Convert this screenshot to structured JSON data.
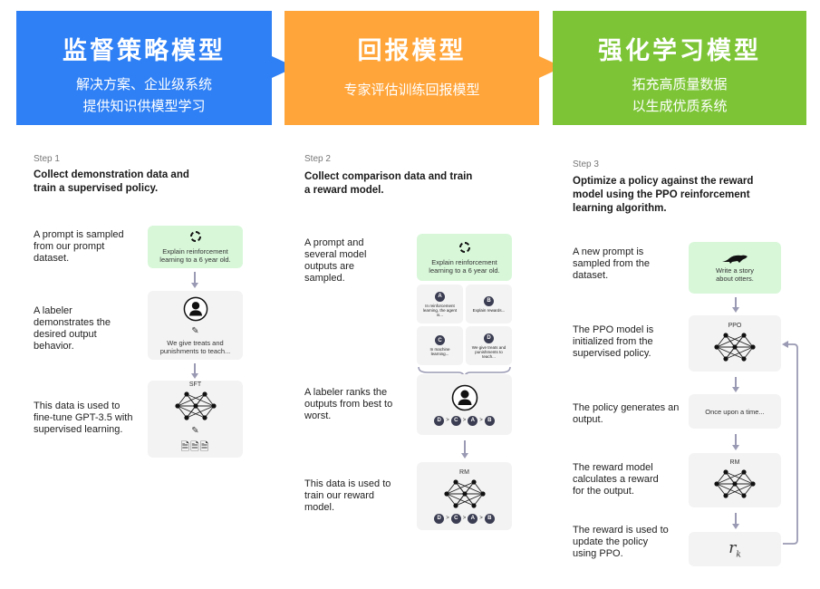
{
  "headers": [
    {
      "title": "监督策略模型",
      "subtitle_lines": [
        "解决方案、企业级系统",
        "提供知识供模型学习"
      ],
      "color": "#2f80f5"
    },
    {
      "title": "回报模型",
      "subtitle_lines": [
        "专家评估训练回报模型"
      ],
      "color": "#ffa53a"
    },
    {
      "title": "强化学习模型",
      "subtitle_lines": [
        "拓充高质量数据",
        "以生成优质系统"
      ],
      "color": "#7dc537"
    }
  ],
  "step1": {
    "label": "Step 1",
    "title": "Collect demonstration data and train a supervised policy.",
    "rows": [
      "A prompt is sampled from our prompt dataset.",
      "A labeler demonstrates the desired output behavior.",
      "This data is used to fine-tune GPT-3.5 with supervised learning."
    ],
    "prompt": "Explain reinforcement learning to a 6 year old.",
    "demo": "We give treats and punishments to teach...",
    "model": "SFT"
  },
  "step2": {
    "label": "Step 2",
    "title": "Collect comparison data and train a reward model.",
    "rows": [
      "A prompt and several model outputs are sampled.",
      "A labeler ranks the outputs from best to worst.",
      "This data is used to train our reward model."
    ],
    "prompt": "Explain reinforcement learning to a 6 year old.",
    "outputs": [
      {
        "id": "A",
        "text": "In reinforcement learning, the agent is..."
      },
      {
        "id": "B",
        "text": "Explain rewards..."
      },
      {
        "id": "C",
        "text": "In machine learning..."
      },
      {
        "id": "D",
        "text": "We give treats and punishments to teach..."
      }
    ],
    "ranking": [
      "D",
      "C",
      "A",
      "B"
    ],
    "sep": ">",
    "model": "RM"
  },
  "step3": {
    "label": "Step 3",
    "title": "Optimize a policy against the reward model using the PPO reinforcement learning algorithm.",
    "rows": [
      "A new prompt is sampled from the dataset.",
      "The PPO model is initialized from the supervised policy.",
      "The policy generates an output.",
      "The reward model calculates a reward for the output.",
      "The reward is used to update the policy using PPO."
    ],
    "prompt": "Write a story about otters.",
    "ppo": "PPO",
    "output": "Once upon a time...",
    "rm": "RM",
    "reward": "r",
    "reward_sub": "k"
  }
}
